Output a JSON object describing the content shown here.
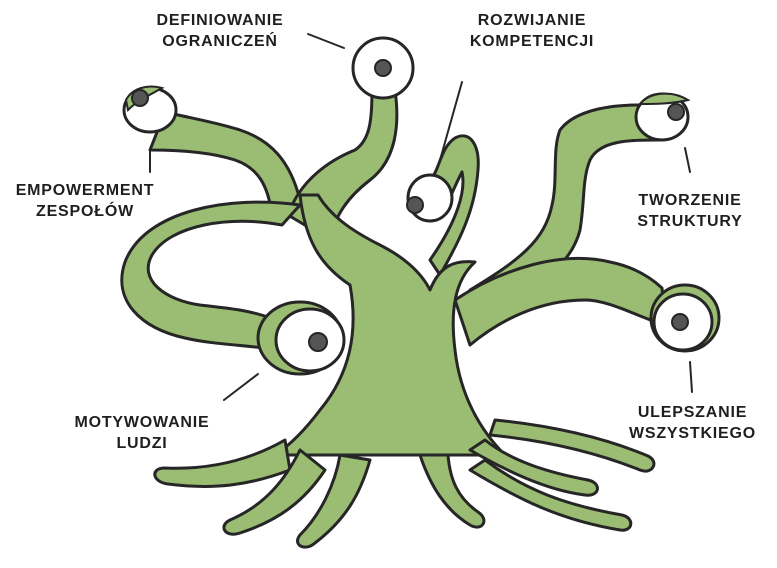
{
  "colors": {
    "body": "#9bbd73",
    "outline": "#262626",
    "eye_white": "#ffffff",
    "pupil": "#555555"
  },
  "labels": {
    "definiowanie_ograniczen": {
      "line1": "DEFINIOWANIE",
      "line2": "OGRANICZEŃ"
    },
    "rozwijanie_kompetencji": {
      "line1": "ROZWIJANIE",
      "line2": "KOMPETENCJI"
    },
    "empowerment_zespolow": {
      "line1": "EMPOWERMENT",
      "line2": "ZESPOŁÓW"
    },
    "tworzenie_struktury": {
      "line1": "TWORZENIE",
      "line2": "STRUKTURY"
    },
    "motywowanie_ludzi": {
      "line1": "MOTYWOWANIE",
      "line2": "LUDZI"
    },
    "ulepszanie_wszystkiego": {
      "line1": "ULEPSZANIE",
      "line2": "WSZYSTKIEGO"
    }
  }
}
